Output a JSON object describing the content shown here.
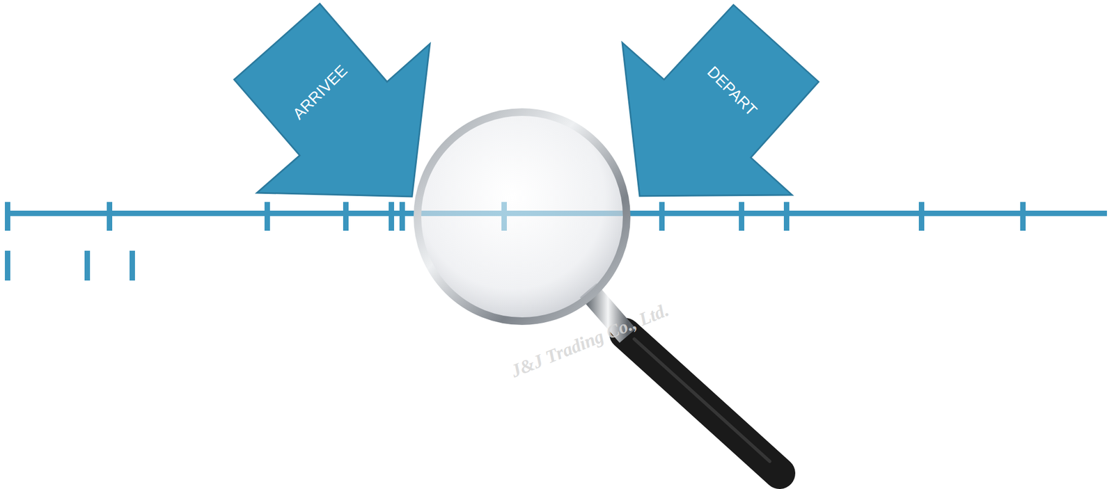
{
  "diagram": {
    "nodes": [
      {
        "text": [
          "ARRIVEE"
        ]
      },
      {
        "text": [
          "DEPART"
        ]
      }
    ],
    "labels": [
      "J&J Trading Co., Ltd."
    ]
  }
}
